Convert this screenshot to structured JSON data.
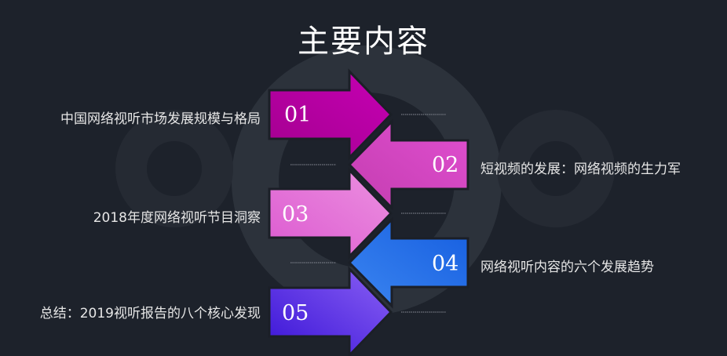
{
  "title": "主要内容",
  "items": [
    {
      "number": "01",
      "label": "中国网络视听市场发展规模与格局",
      "colors": [
        "#a3008f",
        "#c700b4"
      ]
    },
    {
      "number": "02",
      "label": "短视频的发展：网络视频的生力军",
      "colors": [
        "#c43db0",
        "#e04fd0"
      ]
    },
    {
      "number": "03",
      "label": "2018年度网络视听节目洞察",
      "colors": [
        "#dc5ad0",
        "#ec90e0"
      ]
    },
    {
      "number": "04",
      "label": "网络视听内容的六个发展趋势",
      "colors": [
        "#3b85f0",
        "#165ee0"
      ]
    },
    {
      "number": "05",
      "label": "总结：2019视听报告的八个核心发现",
      "colors": [
        "#3a14d6",
        "#8a60f5"
      ]
    }
  ]
}
